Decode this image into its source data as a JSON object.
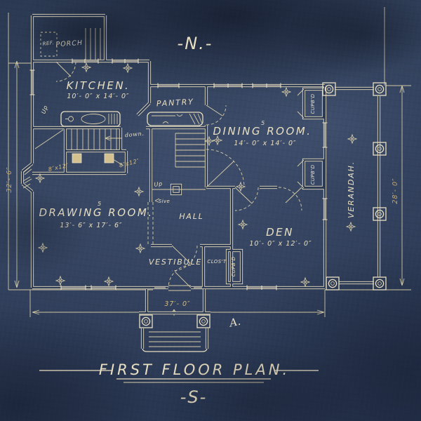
{
  "blueprint": {
    "compass_north": "-N.-",
    "compass_south": "-S-",
    "title": "FIRST FLOOR PLAN.",
    "section_label": "A.",
    "rooms": {
      "kitchen": {
        "name": "KITCHEN.",
        "dims": "10′- 0″ x 14′- 0″"
      },
      "pantry": {
        "name": "PANTRY"
      },
      "dining": {
        "name": "DINING ROOM.",
        "dims": "14′- 0″ x 14′- 0″",
        "mark": "5"
      },
      "drawing": {
        "name": "DRAWING ROOM.",
        "dims": "13′- 6″ x 17′- 6″",
        "mark": "5"
      },
      "hall": {
        "name": "HALL"
      },
      "den": {
        "name": "DEN",
        "dims": "10′- 0″ x 12′- 0″"
      },
      "vestibule": {
        "name": "VESTIBULE"
      },
      "closet": {
        "name": "CLOS'T"
      },
      "verandah": {
        "name": "VERANDAH."
      },
      "porch": {
        "name": "PORCH"
      },
      "refrigerator": {
        "name": "REF."
      }
    },
    "annotations": {
      "cupboard_dining_upper": "CUPB'D",
      "cupboard_dining_lower": "CUPB'D",
      "cupboard_den": "CUPB'D",
      "up_back_stairs": "Up",
      "up_main_stairs": "Up",
      "down_note": "down.",
      "flue_left": "8″x12″",
      "flue_right": "8″x12″",
      "stair_note": "Sive"
    },
    "dimensions": {
      "width_bottom": "37′- 0″",
      "height_left": "32′- 6″",
      "height_right": "28′- 0″"
    },
    "colors": {
      "paper": "#2f3d58",
      "line": "#e9dfc2",
      "gold": "#c9a85c"
    }
  }
}
